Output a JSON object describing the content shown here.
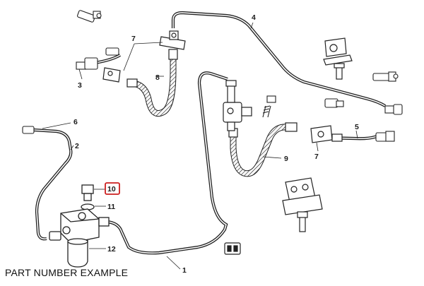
{
  "diagram": {
    "caption": "PART NUMBER EXAMPLE",
    "highlight_color": "#cc1f1f",
    "callouts": [
      {
        "id": "c1",
        "label": "1"
      },
      {
        "id": "c2",
        "label": "2"
      },
      {
        "id": "c3",
        "label": "3"
      },
      {
        "id": "c4",
        "label": "4"
      },
      {
        "id": "c5",
        "label": "5"
      },
      {
        "id": "c6",
        "label": "6"
      },
      {
        "id": "c7a",
        "label": "7"
      },
      {
        "id": "c7b",
        "label": "7"
      },
      {
        "id": "c8",
        "label": "8"
      },
      {
        "id": "c9",
        "label": "9"
      },
      {
        "id": "c10",
        "label": "10",
        "highlighted": true
      },
      {
        "id": "c11",
        "label": "11"
      },
      {
        "id": "c12",
        "label": "12"
      }
    ]
  }
}
